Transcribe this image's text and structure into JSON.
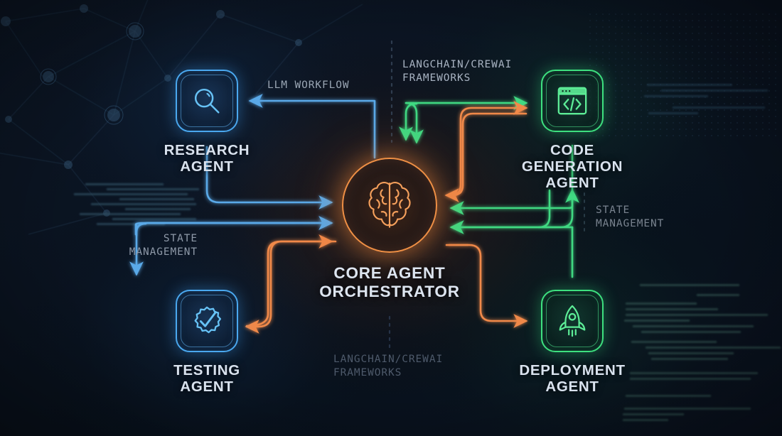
{
  "diagram": {
    "title_center": "CORE AGENT\nORCHESTRATOR",
    "colors": {
      "blue": "#4aa8ef",
      "green": "#3ee07f",
      "orange": "#f0894a",
      "background": "#0b1220",
      "label_text": "#d9e2ee",
      "edge_text": "#9aa6b4"
    }
  },
  "nodes": [
    {
      "id": "research",
      "label": "RESEARCH\nAGENT",
      "icon": "magnifier-icon",
      "accent": "#4aa8ef"
    },
    {
      "id": "codegen",
      "label": "CODE GENERATION\nAGENT",
      "icon": "code-window-icon",
      "accent": "#3ee07f"
    },
    {
      "id": "testing",
      "label": "TESTING\nAGENT",
      "icon": "gear-check-icon",
      "accent": "#4aa8ef"
    },
    {
      "id": "deployment",
      "label": "DEPLOYMENT\nAGENT",
      "icon": "rocket-icon",
      "accent": "#3ee07f"
    },
    {
      "id": "core",
      "label": "CORE AGENT\nORCHESTRATOR",
      "icon": "brain-icon",
      "accent": "#f0894a"
    }
  ],
  "edge_labels": {
    "llm_workflow": "LLM WORKFLOW",
    "frameworks_top": "LANGCHAIN/CREWAI\nFRAMEWORKS",
    "frameworks_bottom": "LANGCHAIN/CREWAI\nFRAMEWORKS",
    "state_management_left": "STATE\nMANAGEMENT",
    "state_management_right": "STATE\nMANAGEMENT"
  }
}
